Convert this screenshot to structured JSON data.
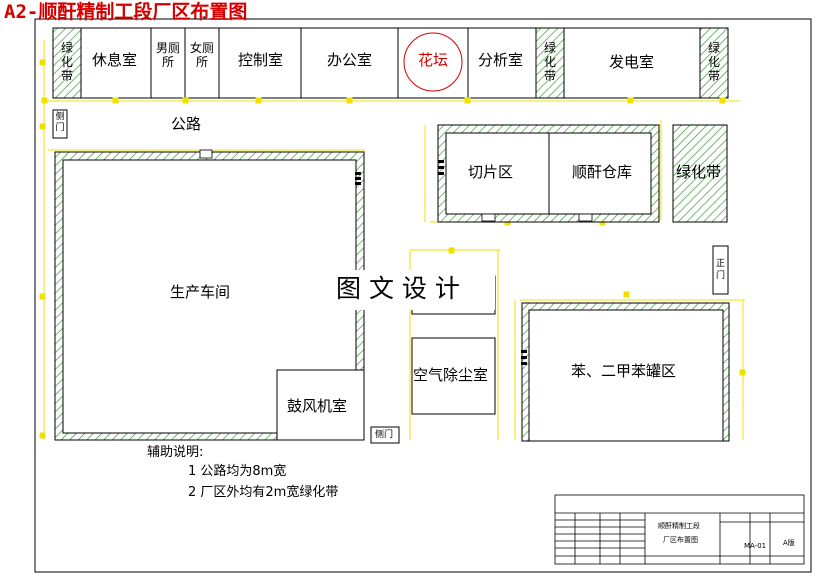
{
  "title": "A2-顺酐精制工段厂区布置图",
  "rooms": {
    "green1": "绿化带",
    "rest": "休息室",
    "male_wc": "男厕所",
    "female_wc": "女厕所",
    "control": "控制室",
    "office": "办公室",
    "garden": "花坛",
    "analysis": "分析室",
    "green2": "绿化带",
    "power": "发电室",
    "green3": "绿化带"
  },
  "side_gate_top": "侧门",
  "road": "公路",
  "production": "生产车间",
  "blower": "鼓风机室",
  "side_gate_bottom": "侧门",
  "slicing": "切片区",
  "warehouse": "顺酐仓库",
  "green_right": "绿化带",
  "main_gate": "正门",
  "watermark": "图 文 设 计",
  "air_room": "空气除尘室",
  "tank_area": "苯、二甲苯罐区",
  "notes": {
    "heading": "辅助说明:",
    "line1": "1  公路均为8m宽",
    "line2": "2  厂区外均有2m宽绿化带"
  },
  "title_block": {
    "drawing_name_1": "顺酐精制工段",
    "drawing_name_2": "厂区布置图",
    "code": "MA-01",
    "edition": "A版"
  },
  "colors": {
    "green_hatch": "#3c9a3c",
    "title_red": "#d40000",
    "dim_yellow": "#f0e000"
  }
}
